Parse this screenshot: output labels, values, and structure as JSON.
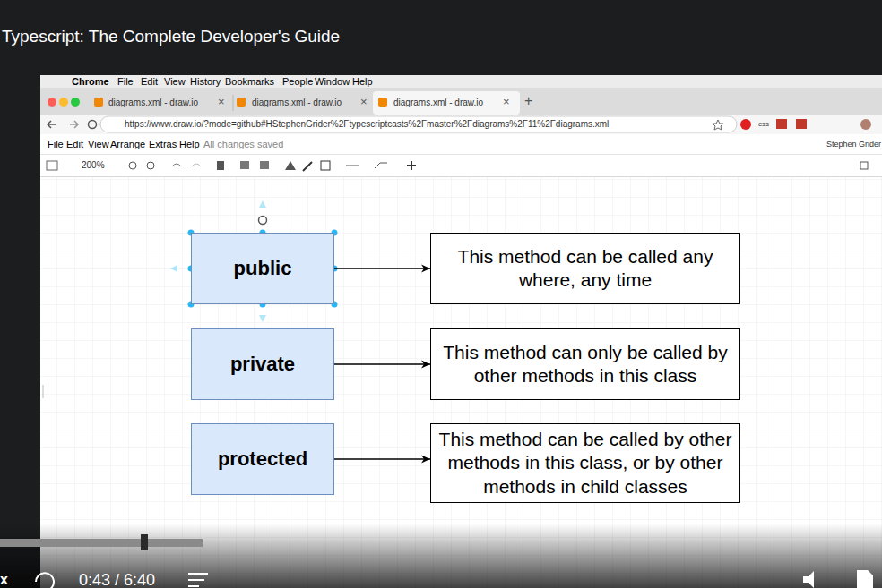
{
  "diagram": {
    "title": "Typescript: The Complete Developer's Guide",
    "nodes": [
      {
        "text": [
          "public"
        ]
      },
      {
        "text": [
          "This method can be called any where, any time"
        ]
      },
      {
        "text": [
          "private"
        ]
      },
      {
        "text": [
          "This method can only be called by other methods in this class"
        ]
      },
      {
        "text": [
          "protected"
        ]
      },
      {
        "text": [
          "This method can be called by other methods in this class, or by other methods in child classes"
        ]
      }
    ],
    "edges": [
      {
        "from": 0,
        "to": 1,
        "arrow": "to"
      },
      {
        "from": 2,
        "to": 3,
        "arrow": "to"
      },
      {
        "from": 4,
        "to": 5,
        "arrow": "to"
      }
    ],
    "labels": [
      "Chrome",
      "File",
      "Edit",
      "View",
      "History",
      "Bookmarks",
      "People",
      "Window",
      "Help",
      "diagrams.xml - draw.io",
      "diagrams.xml - draw.io",
      "diagrams.xml - draw.io",
      "https://www.draw.io/?mode=github#HStephenGrider%2Ftypescriptcasts%2Fmaster%2Fdiagrams%2F11%2Fdiagrams.xml",
      "css",
      "File",
      "Edit",
      "View",
      "Arrange",
      "Extras",
      "Help",
      "All changes saved",
      "Stephen Grider",
      "200%",
      "0:43 / 6:40",
      "x",
      "×",
      "×",
      "×",
      "+"
    ]
  }
}
